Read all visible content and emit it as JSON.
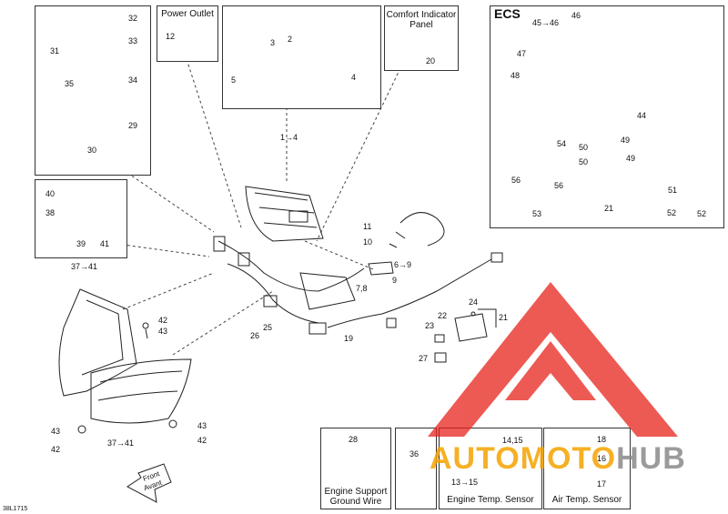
{
  "boxes": {
    "power_outlet": "Power Outlet",
    "comfort_indicator_1": "Comfort Indicator",
    "comfort_indicator_2": "Panel",
    "ecs": "ECS",
    "engine_support_1": "Engine Support",
    "engine_support_2": "Ground Wire",
    "engine_temp": "Engine Temp. Sensor",
    "air_temp": "Air Temp. Sensor"
  },
  "labels": {
    "l32": "32",
    "l33": "33",
    "l31": "31",
    "l35": "35",
    "l34": "34",
    "l29": "29",
    "l30": "30",
    "l12": "12",
    "l3": "3",
    "l2": "2",
    "l5": "5",
    "l4": "4",
    "l20": "20",
    "l45_46": "45→46",
    "l46": "46",
    "l47": "47",
    "l48": "48",
    "l44": "44",
    "l54": "54",
    "l50a": "50",
    "l49a": "49",
    "l50b": "50",
    "l49b": "49",
    "l56a": "56",
    "l56b": "56",
    "l51": "51",
    "l52a": "52",
    "l52b": "52",
    "l53": "53",
    "l21a": "21",
    "l40": "40",
    "l38": "38",
    "l39": "39",
    "l41": "41",
    "l1_4": "1→4",
    "l11": "11",
    "l10": "10",
    "l6_9": "6→9",
    "l9": "9",
    "l7_8": "7,8",
    "l37_41a": "37→41",
    "l42a": "42",
    "l43a": "43",
    "l25": "25",
    "l26": "26",
    "l19": "19",
    "l24": "24",
    "l22": "22",
    "l21b": "21",
    "l23": "23",
    "l27": "27",
    "l43b": "43",
    "l42b": "42",
    "l37_41b": "37→41",
    "l43c": "43",
    "l42c": "42",
    "l28": "28",
    "l36": "36",
    "l14_15": "14,15",
    "l13_15": "13→15",
    "l18": "18",
    "l16": "16",
    "l17": "17",
    "front_1": "Front",
    "front_2": "Avant",
    "doc_code": "38L1715"
  },
  "watermark": {
    "auto": "AUTO",
    "moto": "MOTO",
    "hub": "HUB"
  },
  "colors": {
    "line": "#222222",
    "brand_red": "#e8231c",
    "brand_orange": "#f5a300",
    "brand_gray": "#8a8a8a"
  }
}
